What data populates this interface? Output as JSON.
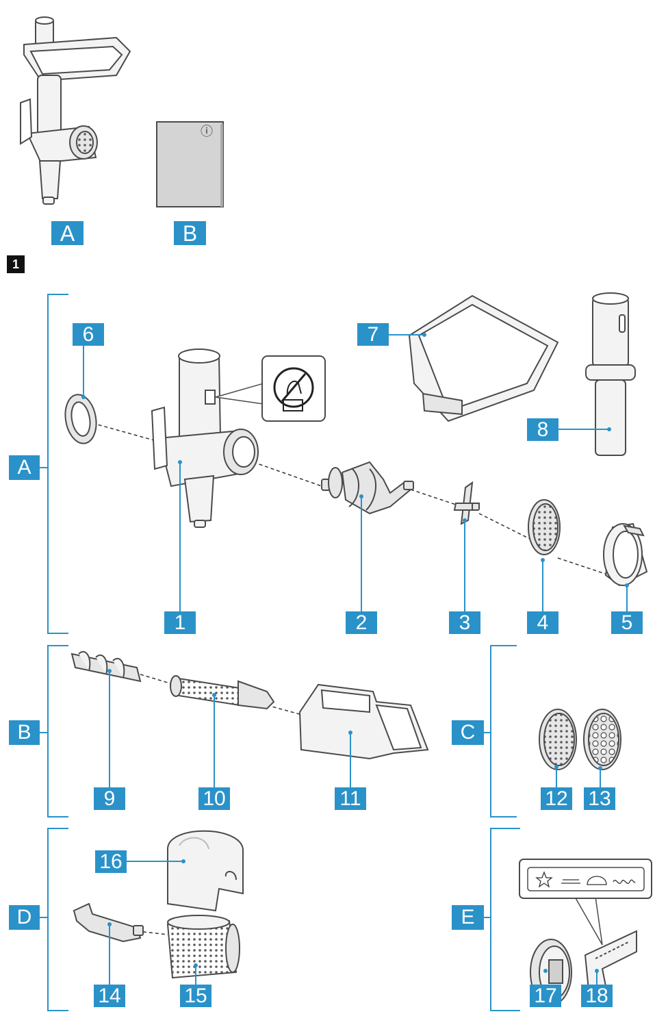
{
  "colors": {
    "accent": "#2a92c9",
    "line": "#4a4a4a",
    "part_fill": "#f3f3f3",
    "metal": "#cfcfcf",
    "figure_box": "#111111"
  },
  "top_items": [
    {
      "id": "A",
      "label": "A",
      "icon": "meat-grinder-assembled-icon"
    },
    {
      "id": "B",
      "label": "B",
      "icon": "instruction-manual-icon"
    }
  ],
  "manual_info_symbol": "ⓘ",
  "figure_number": "1",
  "groups": [
    {
      "id": "A",
      "label": "A"
    },
    {
      "id": "B",
      "label": "B"
    },
    {
      "id": "C",
      "label": "C"
    },
    {
      "id": "D",
      "label": "D"
    },
    {
      "id": "E",
      "label": "E"
    }
  ],
  "parts": [
    {
      "n": "1",
      "icon": "grinder-housing-icon"
    },
    {
      "n": "2",
      "icon": "screw-auger-icon"
    },
    {
      "n": "3",
      "icon": "cutting-blade-icon"
    },
    {
      "n": "4",
      "icon": "perforated-disc-icon"
    },
    {
      "n": "5",
      "icon": "threaded-ring-icon"
    },
    {
      "n": "6",
      "icon": "ring-icon"
    },
    {
      "n": "7",
      "icon": "filling-tray-icon"
    },
    {
      "n": "8",
      "icon": "pusher-icon"
    },
    {
      "n": "9",
      "icon": "berry-press-screw-icon"
    },
    {
      "n": "10",
      "icon": "strainer-icon"
    },
    {
      "n": "11",
      "icon": "berry-press-housing-icon"
    },
    {
      "n": "12",
      "icon": "fine-disc-icon"
    },
    {
      "n": "13",
      "icon": "coarse-disc-icon"
    },
    {
      "n": "14",
      "icon": "drum-shaft-icon"
    },
    {
      "n": "15",
      "icon": "grater-drum-icon"
    },
    {
      "n": "16",
      "icon": "drum-cover-icon"
    },
    {
      "n": "17",
      "icon": "biscuit-attachment-icon"
    },
    {
      "n": "18",
      "icon": "shape-template-icon"
    }
  ],
  "no_hands_warning_icon": "no-hands-warning-icon",
  "template_shapes_icon": "biscuit-shapes-icon"
}
